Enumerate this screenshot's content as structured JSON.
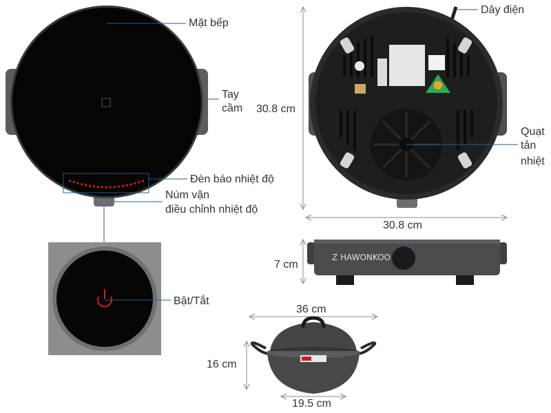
{
  "labels": {
    "mat_bep": "Mặt bếp",
    "tay_cam_1": "Tay",
    "tay_cam_2": "cầm",
    "den_bao": "Đèn báo nhiệt độ",
    "num_van_1": "Núm vặn",
    "num_van_2": "điều chỉnh nhiệt độ",
    "bat_tat": "Bật/Tắt",
    "day_dien": "Dây điện",
    "quat_1": "Quạt",
    "quat_2": "tản",
    "quat_3": "nhiệt"
  },
  "dimensions": {
    "height_back": "30.8 cm",
    "width_back": "30.8 cm",
    "side_height": "7 cm",
    "pot_width": "36 cm",
    "pot_height": "16 cm",
    "pot_base": "19.5 cm"
  },
  "colors": {
    "cooktop": "#050505",
    "body_gray": "#4a4b4d",
    "handle_gray": "#6a6b6e",
    "leader_line": "#1f5f8f",
    "indicator_red": "#d11a1a",
    "dim_line": "#888888"
  }
}
